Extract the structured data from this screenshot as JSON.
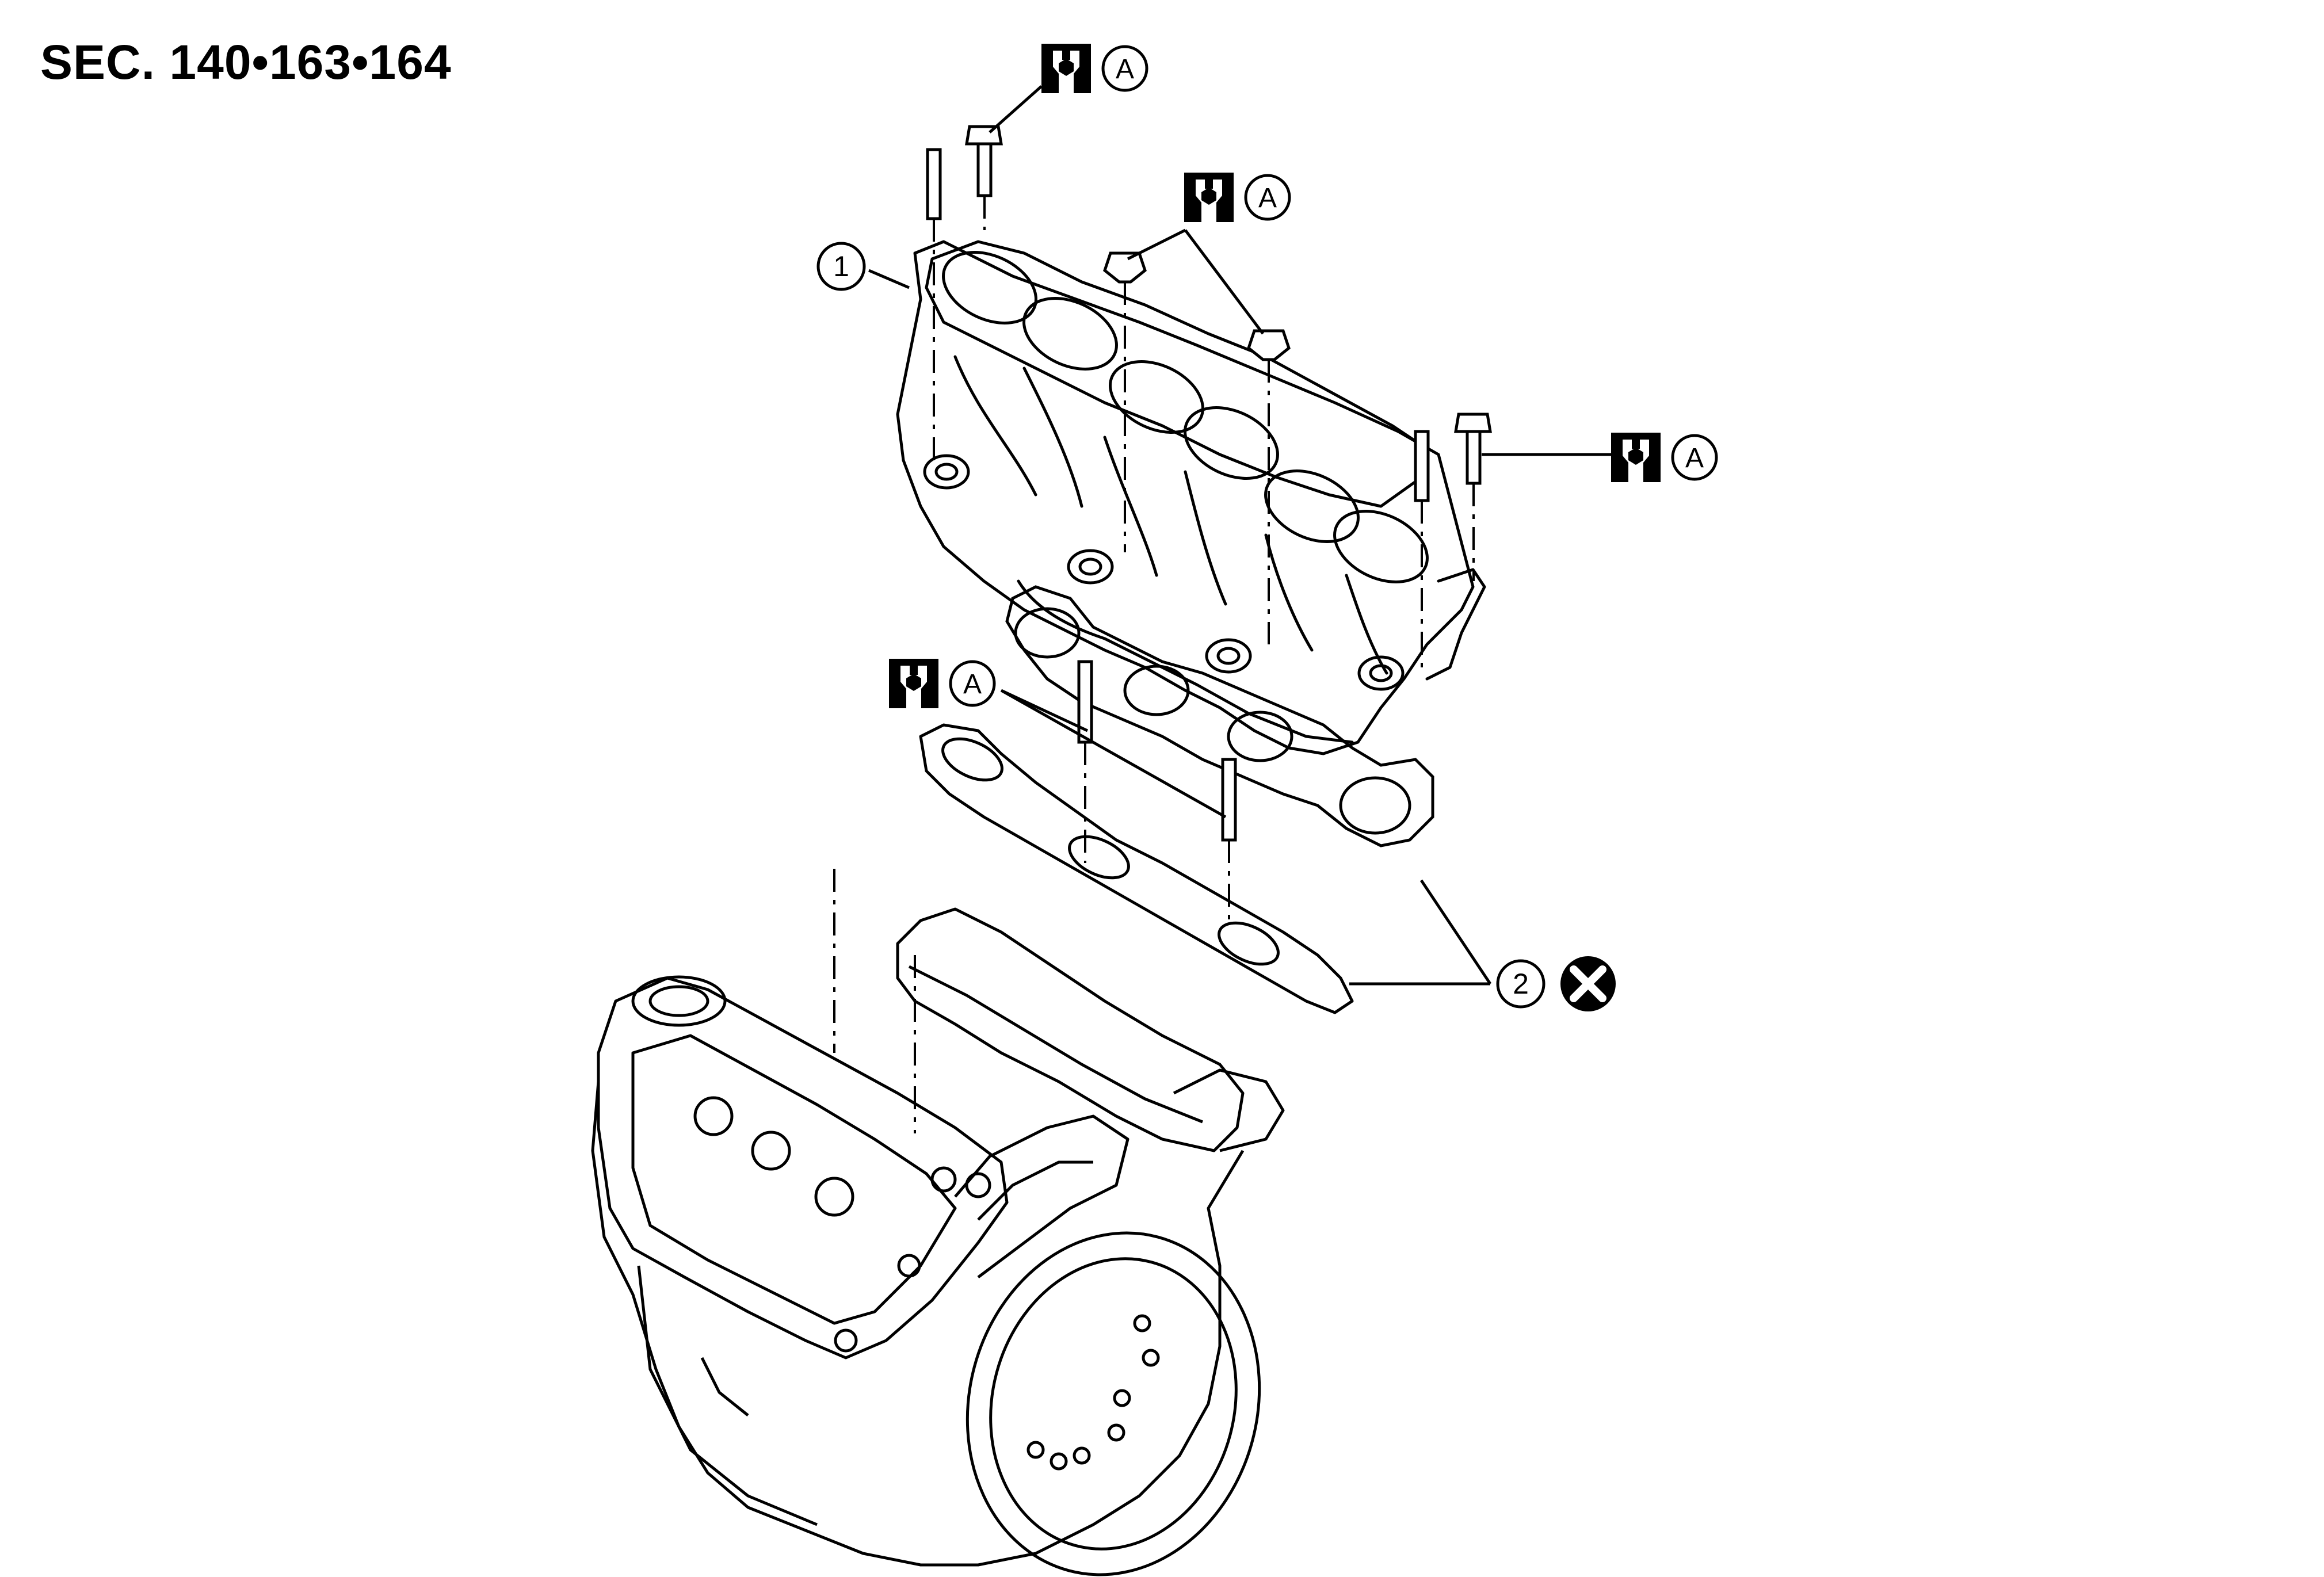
{
  "diagram": {
    "section_label": "SEC. 140•163•164",
    "callouts": [
      {
        "number": "1"
      },
      {
        "number": "2",
        "symbol": "do-not-reuse-icon"
      }
    ],
    "torque_markers": [
      {
        "letter": "A",
        "icon": "tightening-torque-icon"
      },
      {
        "letter": "A",
        "icon": "tightening-torque-icon"
      },
      {
        "letter": "A",
        "icon": "tightening-torque-icon"
      },
      {
        "letter": "A",
        "icon": "tightening-torque-icon"
      }
    ],
    "colors": {
      "line": "#000000",
      "background": "#ffffff"
    }
  }
}
